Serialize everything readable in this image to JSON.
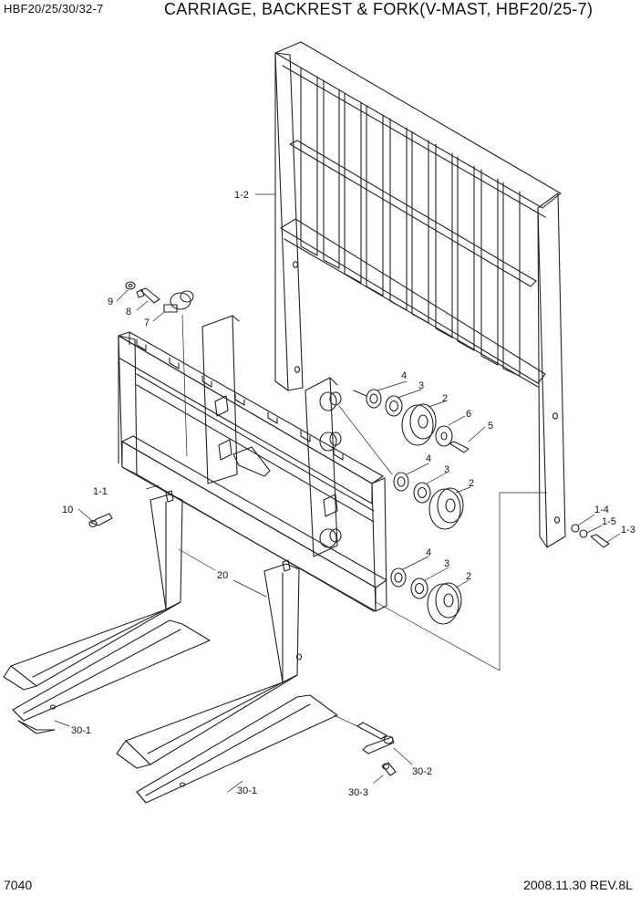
{
  "header": {
    "model": "HBF20/25/30/32-7",
    "title": "CARRIAGE, BACKREST & FORK(V-MAST, HBF20/25-7)"
  },
  "footer": {
    "page_number": "7040",
    "date_revision": "2008.11.30  REV.8L"
  },
  "callouts": {
    "backrest": "1-2",
    "carriage": "1-1",
    "nut_9": "9",
    "bolt_8": "8",
    "roller_7": "7",
    "shim_4a": "4",
    "washer_3a": "3",
    "bearing_2a": "2",
    "washer_6": "6",
    "bolt_5": "5",
    "shim_4b": "4",
    "washer_3b": "3",
    "bearing_2b": "2",
    "shim_4c": "4",
    "washer_3c": "3",
    "bearing_2c": "2",
    "washer_14": "1-4",
    "washer_15": "1-5",
    "bolt_13": "1-3",
    "bolt_10": "10",
    "fork_assy": "20",
    "fork_left": "30-1",
    "fork_right": "30-1",
    "lock_pin": "30-2",
    "bolt_303": "30-3"
  }
}
